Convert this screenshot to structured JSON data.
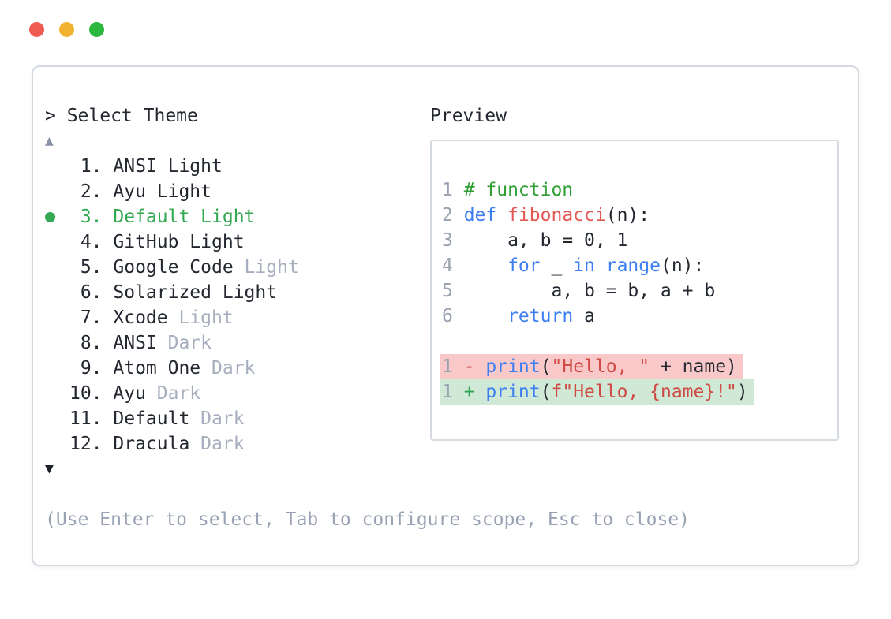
{
  "window": {
    "controls": [
      {
        "name": "close",
        "color": "#ef5b53"
      },
      {
        "name": "minimize",
        "color": "#f1b32f"
      },
      {
        "name": "zoom",
        "color": "#2cb83e"
      }
    ]
  },
  "selector": {
    "prompt": "> Select Theme",
    "up_arrow": "▲",
    "down_arrow": "▼",
    "items": [
      {
        "number": "1.",
        "text": "ANSI Light",
        "muted": "",
        "selected": false
      },
      {
        "number": "2.",
        "text": "Ayu Light",
        "muted": "",
        "selected": false
      },
      {
        "number": "3.",
        "text": "Default Light",
        "muted": "",
        "selected": true
      },
      {
        "number": "4.",
        "text": "GitHub Light",
        "muted": "",
        "selected": false
      },
      {
        "number": "5.",
        "text": "Google Code",
        "muted": " Light",
        "selected": false
      },
      {
        "number": "6.",
        "text": "Solarized Light",
        "muted": "",
        "selected": false
      },
      {
        "number": "7.",
        "text": "Xcode",
        "muted": " Light",
        "selected": false
      },
      {
        "number": "8.",
        "text": "ANSI",
        "muted": " Dark",
        "selected": false
      },
      {
        "number": "9.",
        "text": "Atom One",
        "muted": " Dark",
        "selected": false
      },
      {
        "number": "10.",
        "text": "Ayu",
        "muted": " Dark",
        "selected": false
      },
      {
        "number": "11.",
        "text": "Default",
        "muted": " Dark",
        "selected": false
      },
      {
        "number": "12.",
        "text": "Dracula",
        "muted": " Dark",
        "selected": false
      }
    ],
    "help": "(Use Enter to select, Tab to configure scope, Esc to close)"
  },
  "preview": {
    "label": "Preview",
    "lines": [
      {
        "num": "1",
        "diff": "",
        "tokens": [
          {
            "c": "comment",
            "t": "# function"
          }
        ]
      },
      {
        "num": "2",
        "diff": "",
        "tokens": [
          {
            "c": "keyword",
            "t": "def"
          },
          {
            "c": "plain",
            "t": " "
          },
          {
            "c": "func",
            "t": "fibonacci"
          },
          {
            "c": "plain",
            "t": "(n):"
          }
        ]
      },
      {
        "num": "3",
        "diff": "",
        "tokens": [
          {
            "c": "plain",
            "t": "    a, b = 0, 1"
          }
        ]
      },
      {
        "num": "4",
        "diff": "",
        "tokens": [
          {
            "c": "plain",
            "t": "    "
          },
          {
            "c": "keyword",
            "t": "for"
          },
          {
            "c": "plain",
            "t": " _ "
          },
          {
            "c": "keyword",
            "t": "in"
          },
          {
            "c": "plain",
            "t": " "
          },
          {
            "c": "keyword",
            "t": "range"
          },
          {
            "c": "plain",
            "t": "(n):"
          }
        ]
      },
      {
        "num": "5",
        "diff": "",
        "tokens": [
          {
            "c": "plain",
            "t": "        a, b = b, a + b"
          }
        ]
      },
      {
        "num": "6",
        "diff": "",
        "tokens": [
          {
            "c": "plain",
            "t": "    "
          },
          {
            "c": "keyword",
            "t": "return"
          },
          {
            "c": "plain",
            "t": " a"
          }
        ]
      },
      {
        "num": "",
        "diff": "",
        "tokens": []
      },
      {
        "num": "1",
        "diff": "del",
        "tokens": [
          {
            "c": "del",
            "t": "- "
          },
          {
            "c": "keyword",
            "t": "print"
          },
          {
            "c": "plain",
            "t": "("
          },
          {
            "c": "string",
            "t": "\"Hello, \""
          },
          {
            "c": "plain",
            "t": " + name)"
          }
        ]
      },
      {
        "num": "1",
        "diff": "add",
        "tokens": [
          {
            "c": "add",
            "t": "+ "
          },
          {
            "c": "keyword",
            "t": "print"
          },
          {
            "c": "plain",
            "t": "("
          },
          {
            "c": "string",
            "t": "f\"Hello, {name}!\""
          },
          {
            "c": "plain",
            "t": ")"
          }
        ]
      }
    ]
  },
  "colors": {
    "accent_green": "#34a853",
    "text_dark": "#23272f",
    "text_muted": "#a7afbe",
    "help_text": "#99a2b4",
    "arrow_up": "#8b93a7",
    "arrow_down": "#1c1f2a",
    "border": "#d3d8e1",
    "preview_border": "#d6dae1",
    "line_number": "#9aa2b1",
    "code_comment": "#2f9e33",
    "code_keyword": "#3d7ff2",
    "code_func": "#e25853",
    "code_string": "#d04a45",
    "diff_del_fg": "#d04a45",
    "diff_add_fg": "#2da44e",
    "diff_del_bg": "#f9c9c9",
    "diff_add_bg": "#cfe9d6",
    "light_red": "#ef5b53",
    "light_yellow": "#f1b32f",
    "light_green": "#2cb83e"
  }
}
